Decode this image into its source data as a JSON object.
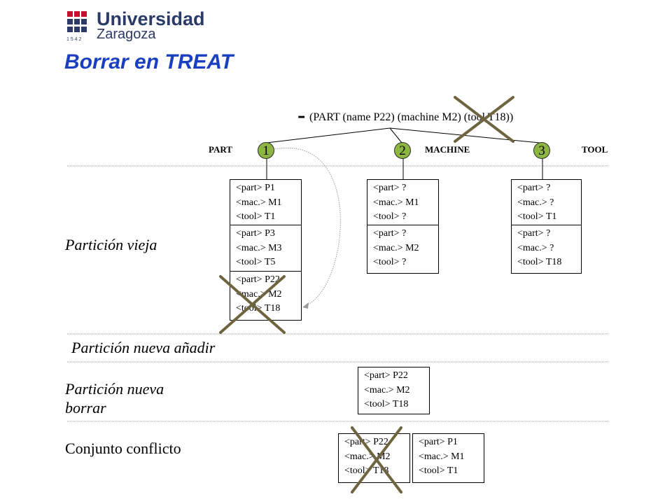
{
  "logo": {
    "name": "Universidad",
    "city": "Zaragoza",
    "year": "1 5 4 2"
  },
  "title": "Borrar en TREAT",
  "working_memory": {
    "dash": "-",
    "text": "(PART (name P22) (machine  M2)  (tool T18))"
  },
  "nodes": [
    {
      "num": "1",
      "label": "PART"
    },
    {
      "num": "2",
      "label": "MACHINE"
    },
    {
      "num": "3",
      "label": "TOOL"
    }
  ],
  "tags": {
    "part": "<part>",
    "mac": "<mac.>",
    "tool": "<tool>"
  },
  "memories": {
    "n1": [
      {
        "part": "P1",
        "mac": "M1",
        "tool": "T1"
      },
      {
        "part": "P3",
        "mac": "M3",
        "tool": "T5"
      },
      {
        "part": "P22",
        "mac": "M2",
        "tool": "T18"
      }
    ],
    "n2": [
      {
        "part": "?",
        "mac": "M1",
        "tool": "?"
      },
      {
        "part": "?",
        "mac": "M2",
        "tool": "?"
      }
    ],
    "n3": [
      {
        "part": "?",
        "mac": "?",
        "tool": "T1"
      },
      {
        "part": "?",
        "mac": "?",
        "tool": "T18"
      }
    ]
  },
  "sections": {
    "old": "Partición vieja",
    "new_add": "Partición nueva añadir",
    "new_del_1": "Partición nueva",
    "new_del_2": "borrar",
    "conflict": "Conjunto conflicto"
  },
  "new_delete_box": {
    "part": "P22",
    "mac": "M2",
    "tool": "T18"
  },
  "conflict_set": [
    {
      "part": "P22",
      "mac": "M2",
      "tool": "T18"
    },
    {
      "part": "P1",
      "mac": "M1",
      "tool": "T1"
    }
  ],
  "colors": {
    "title": "#1a3fc1",
    "node": "#8db542",
    "cross": "#6e6440",
    "logo": "#2b3a67"
  }
}
